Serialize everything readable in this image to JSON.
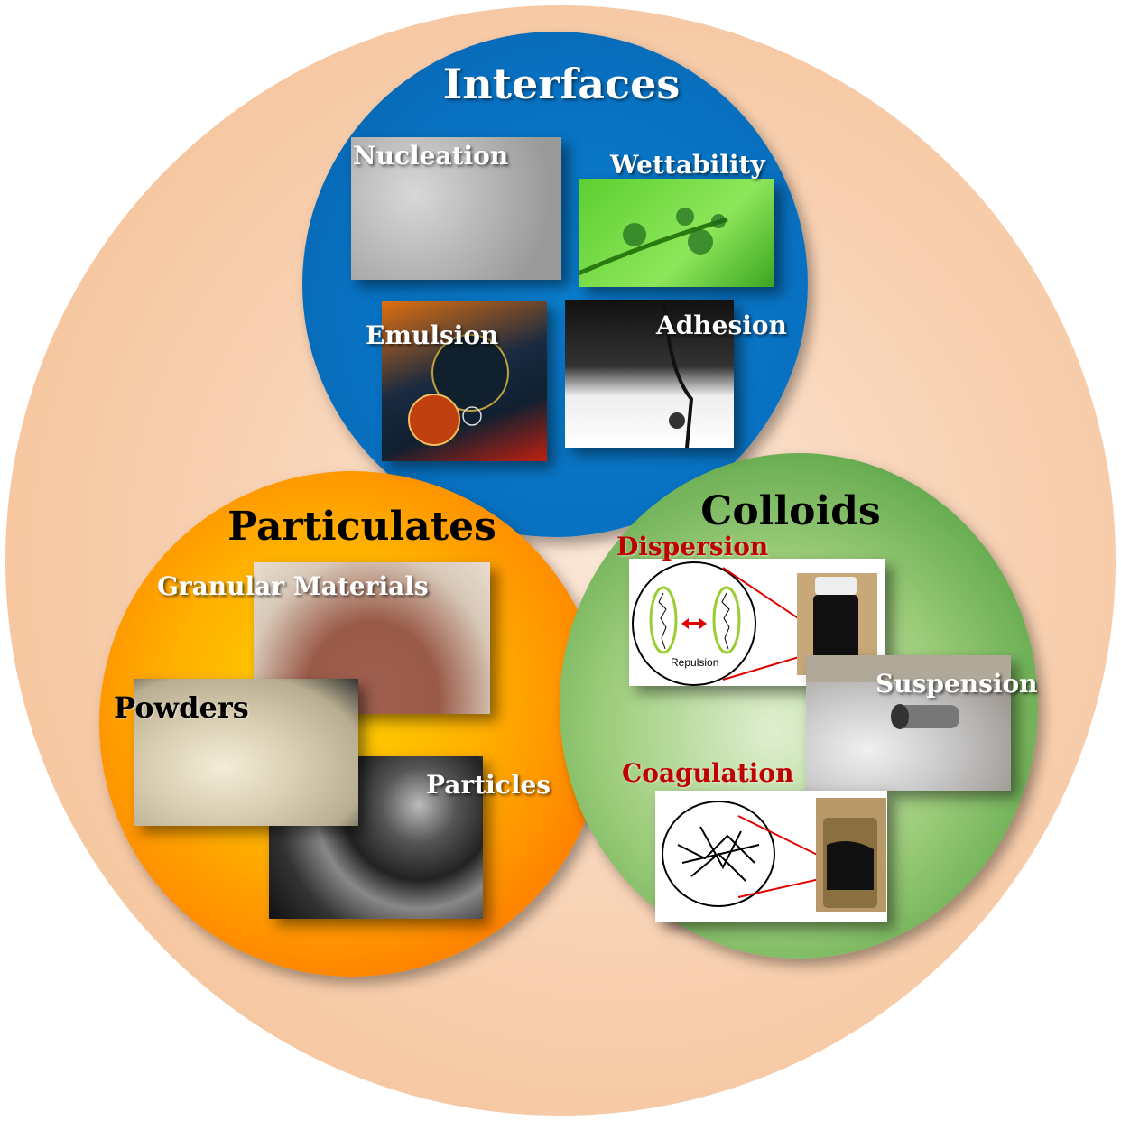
{
  "groups": {
    "interfaces": {
      "title": "Interfaces",
      "items": [
        "Nucleation",
        "Wettability",
        "Emulsion",
        "Adhesion"
      ]
    },
    "particulates": {
      "title": "Particulates",
      "items": [
        "Granular Materials",
        "Powders",
        "Particles"
      ]
    },
    "colloids": {
      "title": "Colloids",
      "items": [
        "Dispersion",
        "Suspension",
        "Coagulation"
      ],
      "dispersion_diagram_label": "Repulsion"
    }
  },
  "colors": {
    "interfaces": "#0870c0",
    "particulates": "#ff9000",
    "colloids": "#5aa545",
    "outer": "#f6c8a2",
    "label_red": "#c00000"
  }
}
